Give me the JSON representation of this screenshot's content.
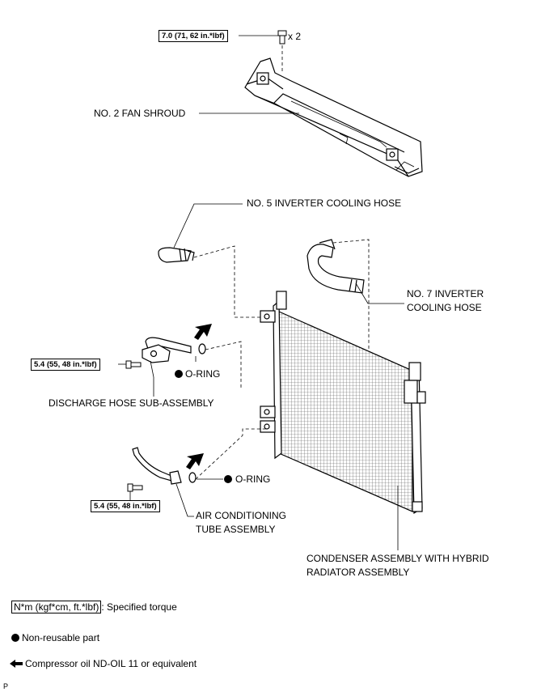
{
  "torques": {
    "shroud_bolt": "7.0 (71, 62 in.*lbf)",
    "discharge_bolt": "5.4 (55, 48 in.*lbf)",
    "tube_bolt": "5.4 (55, 48 in.*lbf)"
  },
  "qty": "x 2",
  "labels": {
    "fan_shroud": "NO. 2 FAN SHROUD",
    "hose5": "NO. 5 INVERTER COOLING HOSE",
    "hose7_line1": "NO. 7 INVERTER",
    "hose7_line2": "COOLING HOSE",
    "oring1": "O-RING",
    "oring2": "O-RING",
    "discharge": "DISCHARGE HOSE SUB-ASSEMBLY",
    "ac_tube_line1": "AIR CONDITIONING",
    "ac_tube_line2": "TUBE ASSEMBLY",
    "condenser_line1": "CONDENSER ASSEMBLY WITH HYBRID",
    "condenser_line2": "RADIATOR ASSEMBLY"
  },
  "legend": {
    "torque_unit": "N*m (kgf*cm, ft.*lbf)",
    "torque_desc": ": Specified torque",
    "nonreusable": "Non-reusable part",
    "compressor_oil": "Compressor oil ND-OIL 11 or equivalent"
  },
  "page_marker": "P",
  "icons": [
    "bolt-icon",
    "non-reusable-dot-icon",
    "oil-arrow-icon"
  ]
}
